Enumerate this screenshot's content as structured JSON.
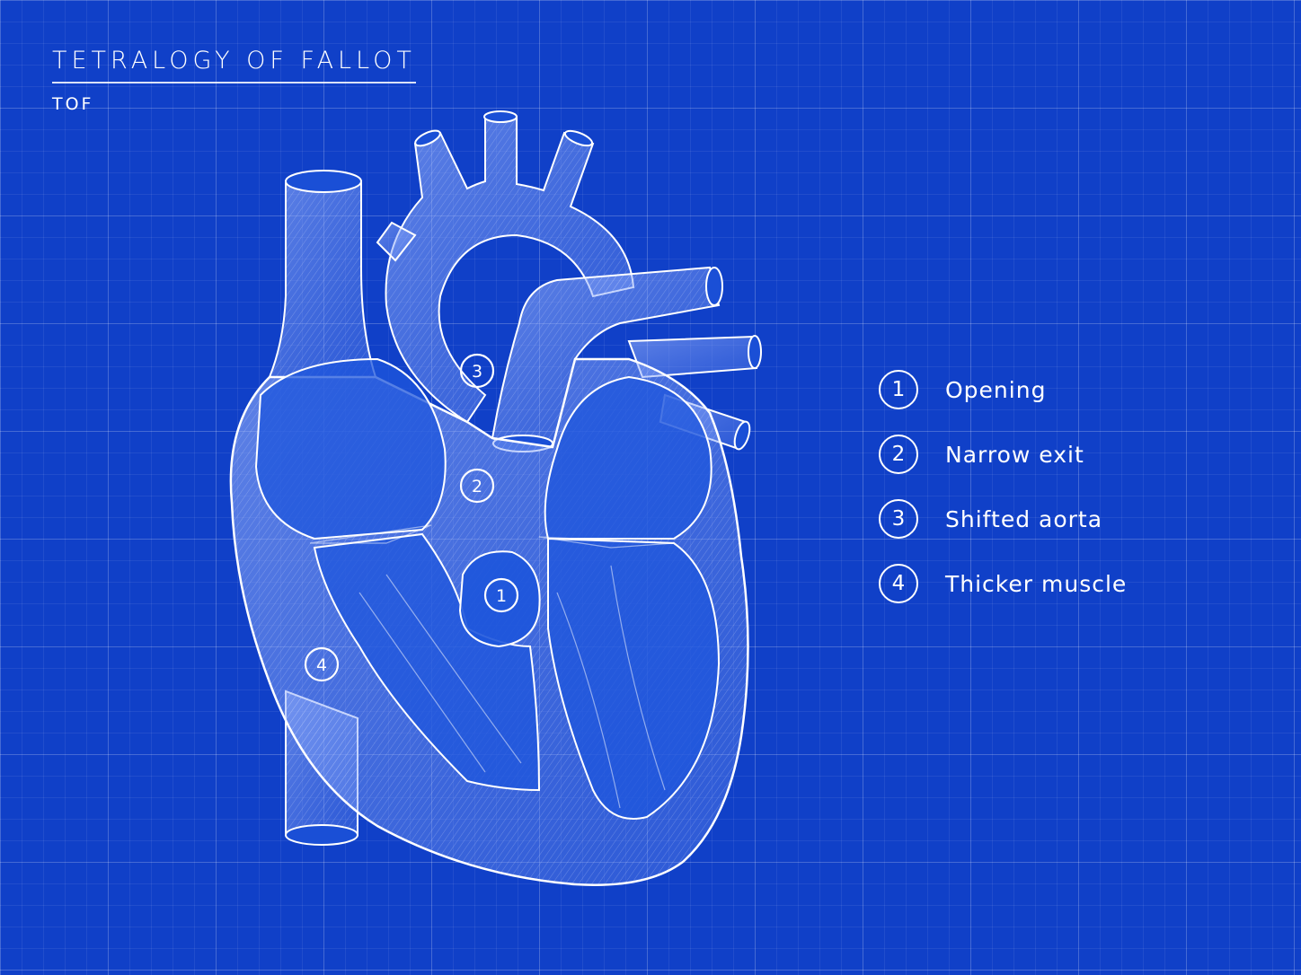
{
  "title": "TETRALOGY OF FALLOT",
  "subtitle": "TOF",
  "markers": [
    {
      "num": "1"
    },
    {
      "num": "2"
    },
    {
      "num": "3"
    },
    {
      "num": "4"
    }
  ],
  "legend": [
    {
      "num": "1",
      "label": "Opening"
    },
    {
      "num": "2",
      "label": "Narrow exit"
    },
    {
      "num": "3",
      "label": "Shifted aorta"
    },
    {
      "num": "4",
      "label": "Thicker muscle"
    }
  ],
  "colors": {
    "background": "#1040c8",
    "ink": "#ffffff"
  }
}
